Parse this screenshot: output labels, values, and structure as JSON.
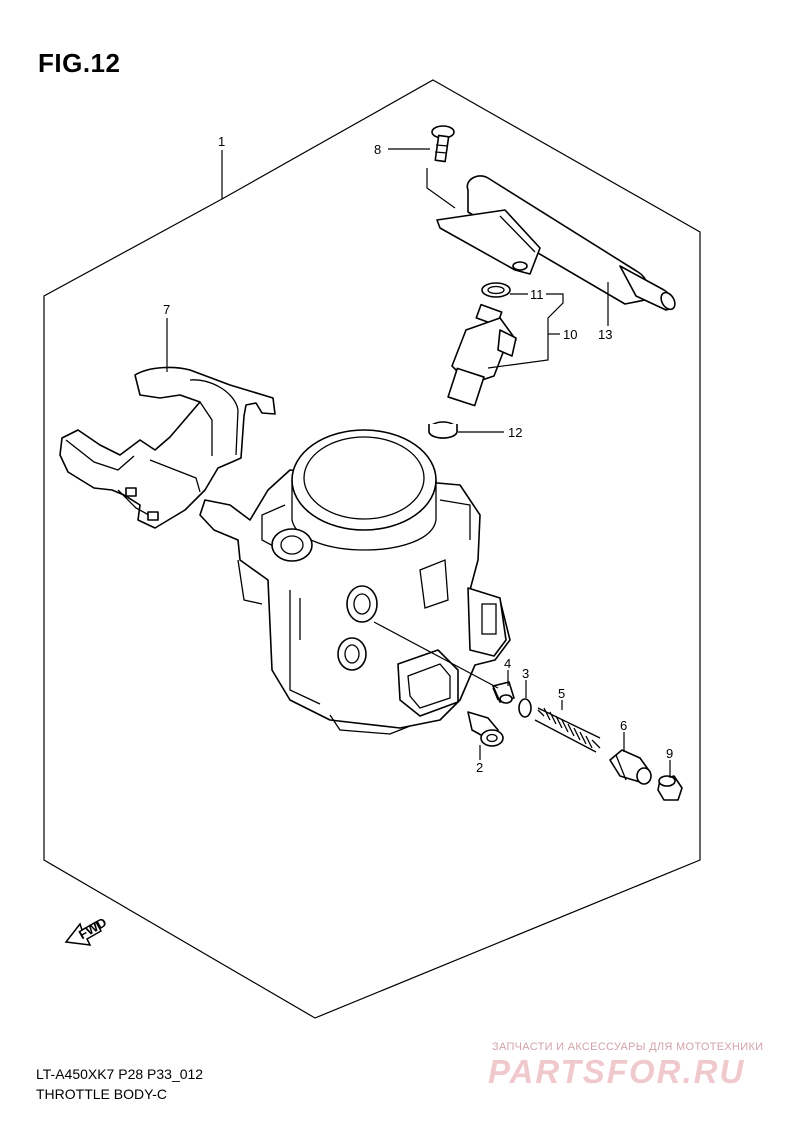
{
  "figure": {
    "title": "FIG.12",
    "model_code": "LT-A450XK7 P28 P33_012",
    "name": "THROTTLE BODY-C"
  },
  "fwd_label": "FWD",
  "callouts": [
    {
      "id": "c1",
      "label": "1"
    },
    {
      "id": "c2",
      "label": "2"
    },
    {
      "id": "c3",
      "label": "3"
    },
    {
      "id": "c4",
      "label": "4"
    },
    {
      "id": "c5",
      "label": "5"
    },
    {
      "id": "c6",
      "label": "6"
    },
    {
      "id": "c7",
      "label": "7"
    },
    {
      "id": "c8",
      "label": "8"
    },
    {
      "id": "c9",
      "label": "9"
    },
    {
      "id": "c10",
      "label": "10"
    },
    {
      "id": "c11",
      "label": "11"
    },
    {
      "id": "c12",
      "label": "12"
    },
    {
      "id": "c13",
      "label": "13"
    }
  ],
  "watermark": {
    "caption": "ЗАПЧАСТИ И АКСЕССУАРЫ ДЛЯ МОТОТЕХНИКИ",
    "logo": "PARTSFOR.RU"
  }
}
